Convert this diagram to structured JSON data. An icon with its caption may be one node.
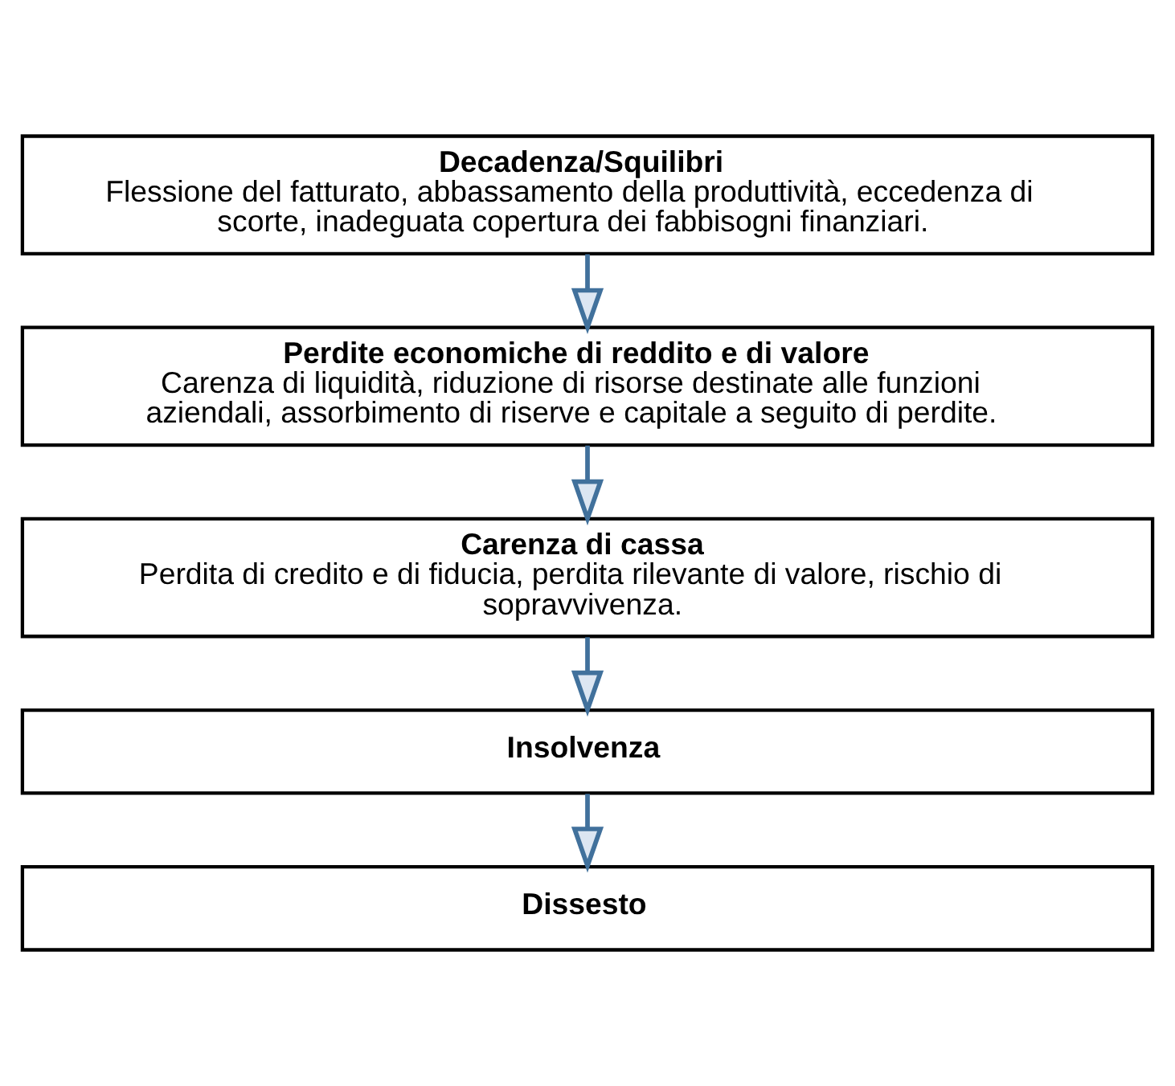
{
  "diagram": {
    "nodes": [
      {
        "text": [
          "Decadenza/Squilibri",
          "Flessione del fatturato, abbassamento della produttività, eccedenza di scorte, inadeguata copertura dei fabbisogni finanziari."
        ]
      },
      {
        "text": [
          "Perdite economiche di reddito e di valore",
          "Carenza di liquidità, riduzione di risorse destinate alle funzioni aziendali, assorbimento di riserve e capitale a seguito di perdite."
        ]
      },
      {
        "text": [
          "Carenza di cassa",
          "Perdita di credito e di fiducia, perdita rilevante di valore, rischio di sopravvivenza."
        ]
      },
      {
        "text": [
          "Insolvenza"
        ]
      },
      {
        "text": [
          "Dissesto"
        ]
      }
    ],
    "edges": [
      {
        "from": 0,
        "to": 1,
        "arrow": "to"
      },
      {
        "from": 1,
        "to": 2,
        "arrow": "to"
      },
      {
        "from": 2,
        "to": 3,
        "arrow": "to"
      },
      {
        "from": 3,
        "to": 4,
        "arrow": "to"
      }
    ]
  }
}
